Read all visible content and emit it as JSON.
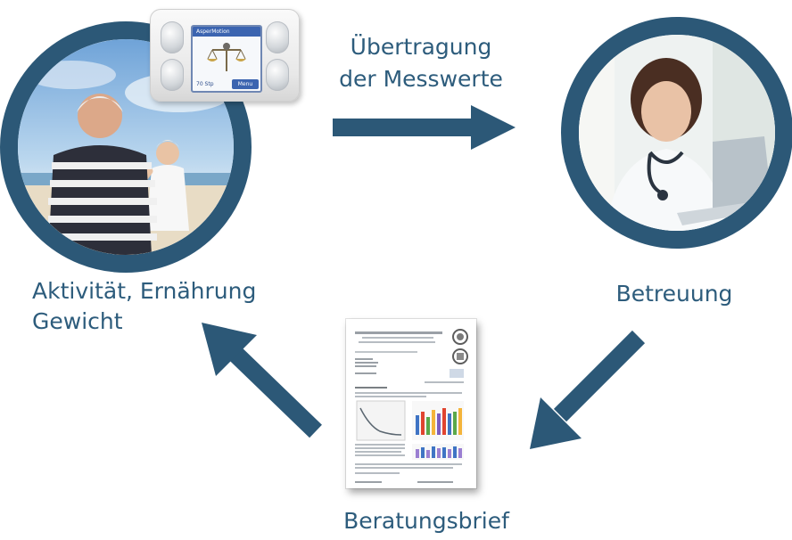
{
  "colors": {
    "ring": "#2c5877",
    "arrow": "#2c5877",
    "text": "#2d5c7c",
    "device_screen_accent": "#3b64b0"
  },
  "labels": {
    "top_line1": "Übertragung",
    "top_line2": "der Messwerte",
    "left_line1": "Aktivität, Ernährung",
    "left_line2": "Gewicht",
    "right": "Betreuung",
    "bottom": "Beratungsbrief"
  },
  "device": {
    "title": "AsperMotion",
    "steps": "70 Stp",
    "menu": "Menu"
  },
  "icons": {
    "left_photo": "couple-walking-beach-photo",
    "right_photo": "doctor-with-laptop-photo",
    "device": "activity-tracker-device",
    "letter": "letter-document-icon"
  }
}
